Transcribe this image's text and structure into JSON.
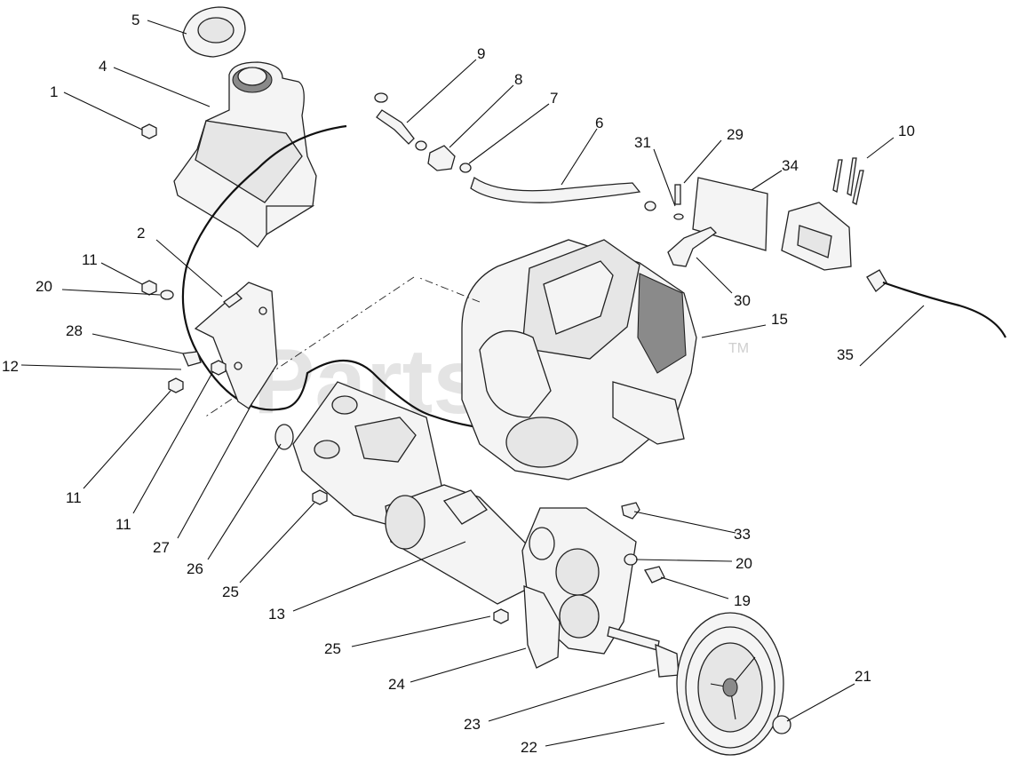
{
  "watermark": {
    "text": "PartsTree",
    "trademark": "TM"
  },
  "callouts": [
    {
      "id": "c5",
      "label": "5"
    },
    {
      "id": "c4",
      "label": "4"
    },
    {
      "id": "c1",
      "label": "1"
    },
    {
      "id": "c9",
      "label": "9"
    },
    {
      "id": "c8",
      "label": "8"
    },
    {
      "id": "c7",
      "label": "7"
    },
    {
      "id": "c6",
      "label": "6"
    },
    {
      "id": "c31",
      "label": "31"
    },
    {
      "id": "c29",
      "label": "29"
    },
    {
      "id": "c10",
      "label": "10"
    },
    {
      "id": "c34",
      "label": "34"
    },
    {
      "id": "c2",
      "label": "2"
    },
    {
      "id": "c11a",
      "label": "11"
    },
    {
      "id": "c20a",
      "label": "20"
    },
    {
      "id": "c30",
      "label": "30"
    },
    {
      "id": "c15",
      "label": "15"
    },
    {
      "id": "c28",
      "label": "28"
    },
    {
      "id": "c35",
      "label": "35"
    },
    {
      "id": "c12",
      "label": "12"
    },
    {
      "id": "c11b",
      "label": "11"
    },
    {
      "id": "c11c",
      "label": "11"
    },
    {
      "id": "c27",
      "label": "27"
    },
    {
      "id": "c26",
      "label": "26"
    },
    {
      "id": "c25a",
      "label": "25"
    },
    {
      "id": "c33",
      "label": "33"
    },
    {
      "id": "c20b",
      "label": "20"
    },
    {
      "id": "c13",
      "label": "13"
    },
    {
      "id": "c19",
      "label": "19"
    },
    {
      "id": "c25b",
      "label": "25"
    },
    {
      "id": "c24",
      "label": "24"
    },
    {
      "id": "c21",
      "label": "21"
    },
    {
      "id": "c23",
      "label": "23"
    },
    {
      "id": "c22",
      "label": "22"
    }
  ]
}
